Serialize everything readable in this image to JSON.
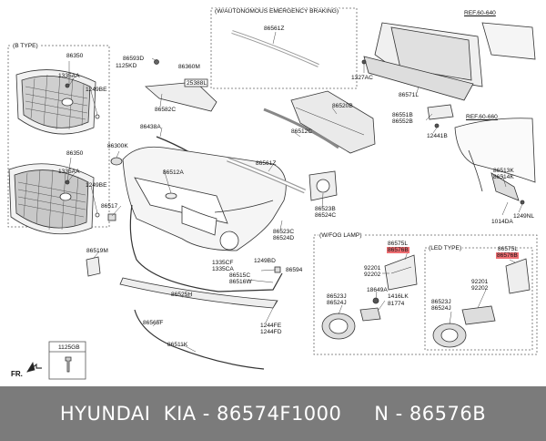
{
  "boxes": {
    "b_type": "(B TYPE)",
    "autonomous": "(W/AUTONOMOUS EMERGENCY BRAKING)",
    "fog_lamp": "(W/FOG LAMP)",
    "led_type": "(LED TYPE)"
  },
  "labels": {
    "p86350a": "86350",
    "p1335aa_a": "1335AA",
    "p1249be_a": "1249BE",
    "p86350b": "86350",
    "p1335aa_b": "1335AA",
    "p1249be_b": "1249BE",
    "p86300k": "86300K",
    "p86593d": "86593D",
    "p1125kd": "1125KD",
    "p86360m": "86360M",
    "p25388l": "25388L",
    "p86582c": "86582C",
    "p86438a": "86438A",
    "p86512a": "86512A",
    "p86517": "86517",
    "p86519m": "86519M",
    "p86561z_a": "86561Z",
    "p86520b": "86520B",
    "p86512c": "86512C",
    "p86561z_b": "86561Z",
    "p86523b": "86523B",
    "p86524c": "86524C",
    "p86523c": "86523C",
    "p86524d": "86524D",
    "p1335cf": "1335CF",
    "p1335ca": "1335CA",
    "p1249bd": "1249BD",
    "p86594": "86594",
    "p86515c": "86515C",
    "p86516w": "86516W",
    "p86525h": "86525H",
    "p86565f": "86565F",
    "p1244fe": "1244FE",
    "p1244fd": "1244FD",
    "p86511k": "86511K",
    "p1125gb": "1125GB",
    "p1327ac": "1327AC",
    "p86571l": "86571L",
    "p86551b": "86551B",
    "p86552b": "86552B",
    "p12441b": "12441B",
    "ref1": "REF.60-640",
    "ref2": "REF.60-660",
    "p86513k": "86513K",
    "p86514k": "86514K",
    "p1014da": "1014DA",
    "p1249nl": "1249NL",
    "fog_86575l": "86575L",
    "fog_86576b": "86576B",
    "fog_92201": "92201",
    "fog_92202": "92202",
    "fog_18649a": "18649A",
    "fog_1416lk": "1416LK",
    "fog_81774": "81774",
    "fog_86523j": "86523J",
    "fog_86524j": "86524J",
    "led_86575l": "86575L",
    "led_86576b": "86576B",
    "led_92201": "92201",
    "led_92202": "92202",
    "led_86523j": "86523J",
    "led_86524j": "86524J",
    "fr": "FR."
  },
  "highlight_color": "#ee6e72",
  "banner": {
    "text": "HYUNDAI  KIA - 86574F1000     N - 86576B",
    "background": "#7b7b7b",
    "color": "#ffffff"
  }
}
